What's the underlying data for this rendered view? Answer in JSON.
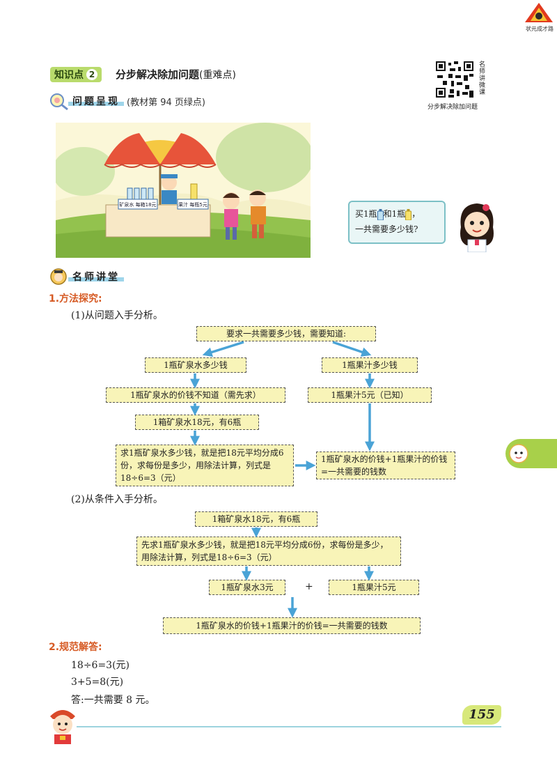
{
  "brand": {
    "name": "状元成才路"
  },
  "knowledge_point": {
    "badge": "知识点",
    "number": "2",
    "title": "分步解决除加问题",
    "tag": "(重难点)"
  },
  "qr": {
    "side_label": "名师讲微课",
    "caption": "分步解决除加问题"
  },
  "problem_section": {
    "label": "问题呈现",
    "note": "(教材第 94 页绿点)"
  },
  "stall": {
    "sign_water": "矿泉水 每箱18元",
    "sign_juice": "果汁 每瓶5元"
  },
  "speech": {
    "line1_a": "买1瓶",
    "line1_b": "和1瓶",
    "line1_c": "，",
    "line2": "一共需要多少钱?"
  },
  "teacher_section": {
    "label": "名师讲堂"
  },
  "method": {
    "heading": "1.方法探究:",
    "part1_label": "(1)从问题入手分析。",
    "part1": {
      "top": "要求一共需要多少钱，需要知道:",
      "left1": "1瓶矿泉水多少钱",
      "right1": "1瓶果汁多少钱",
      "left2": "1瓶矿泉水的价钱不知道（需先求）",
      "right2": "1瓶果汁5元（已知）",
      "left3": "1箱矿泉水18元，有6瓶",
      "left4": "求1瓶矿泉水多少钱，就是把18元平均分成6份，求每份是多少，用除法计算，列式是18÷6=3（元）",
      "result": "1瓶矿泉水的价钱+1瓶果汁的价钱=一共需要的钱数"
    },
    "part2_label": "(2)从条件入手分析。",
    "part2": {
      "top": "1箱矿泉水18元，有6瓶",
      "mid": "先求1瓶矿泉水多少钱，就是把18元平均分成6份，求每份是多少，用除法计算，列式是18÷6=3（元）",
      "left": "1瓶矿泉水3元",
      "plus": "+",
      "right": "1瓶果汁5元",
      "bottom": "1瓶矿泉水的价钱+1瓶果汁的价钱=一共需要的钱数"
    }
  },
  "answer": {
    "heading": "2.规范解答:",
    "line1": "18÷6=3(元)",
    "line2": "3+5=8(元)",
    "line3": "答:一共需要 8 元。"
  },
  "page_number": "155",
  "colors": {
    "accent_orange": "#d65a24",
    "box_fill": "#f8f4b8",
    "arrow_blue": "#4aa3d6",
    "badge_green": "#b9db6c"
  }
}
